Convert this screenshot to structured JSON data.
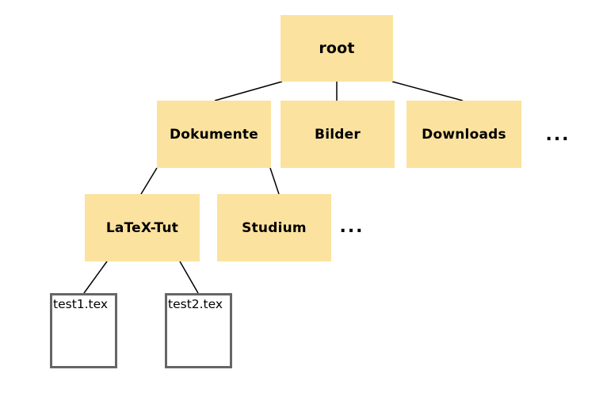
{
  "diagram": {
    "type": "tree",
    "description": "Directory tree showing folders and .tex files",
    "colors": {
      "background": "#ffffff",
      "folder_fill": "#FBE29E",
      "file_fill": "#ffffff",
      "file_border": "#666666",
      "edge": "#000000",
      "text": "#000000"
    },
    "nodes": {
      "root": {
        "label": "root",
        "kind": "folder"
      },
      "dokumente": {
        "label": "Dokumente",
        "kind": "folder"
      },
      "bilder": {
        "label": "Bilder",
        "kind": "folder"
      },
      "downloads": {
        "label": "Downloads",
        "kind": "folder"
      },
      "root_more": {
        "label": "...",
        "kind": "ellipsis"
      },
      "latex_tut": {
        "label": "LaTeX-Tut",
        "kind": "folder"
      },
      "studium": {
        "label": "Studium",
        "kind": "folder"
      },
      "dokumente_more": {
        "label": "...",
        "kind": "ellipsis"
      },
      "test1": {
        "label": "test1.tex",
        "kind": "file"
      },
      "test2": {
        "label": "test2.tex",
        "kind": "file"
      }
    },
    "edges": [
      {
        "from": "root",
        "to": "dokumente"
      },
      {
        "from": "root",
        "to": "bilder"
      },
      {
        "from": "root",
        "to": "downloads"
      },
      {
        "from": "dokumente",
        "to": "latex_tut"
      },
      {
        "from": "dokumente",
        "to": "studium"
      },
      {
        "from": "latex_tut",
        "to": "test1"
      },
      {
        "from": "latex_tut",
        "to": "test2"
      }
    ]
  }
}
